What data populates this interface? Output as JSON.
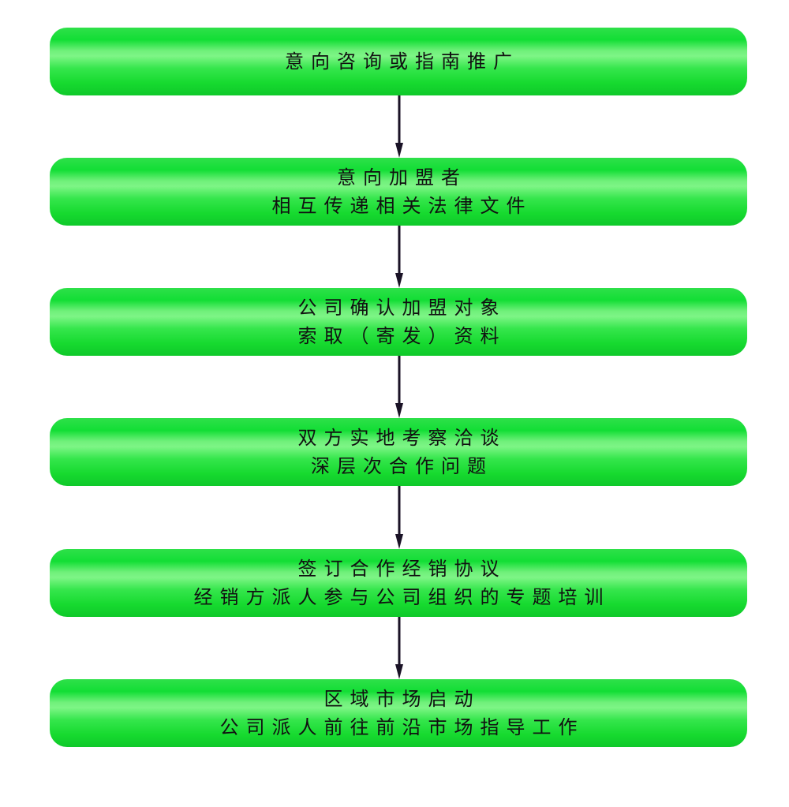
{
  "steps": [
    {
      "lines": [
        "意向咨询或指南推广"
      ]
    },
    {
      "lines": [
        "意向加盟者",
        "相互传递相关法律文件"
      ]
    },
    {
      "lines": [
        "公司确认加盟对象",
        "索取（寄发）资料"
      ]
    },
    {
      "lines": [
        "双方实地考察洽谈",
        "深层次合作问题"
      ]
    },
    {
      "lines": [
        "签订合作经销协议",
        "经销方派人参与公司组织的专题培训"
      ]
    },
    {
      "lines": [
        "区域市场启动",
        "公司派人前往前沿市场指导工作"
      ]
    }
  ],
  "colors": {
    "box_green": "#12de35",
    "arrow": "#1a1226",
    "text": "#111111"
  }
}
